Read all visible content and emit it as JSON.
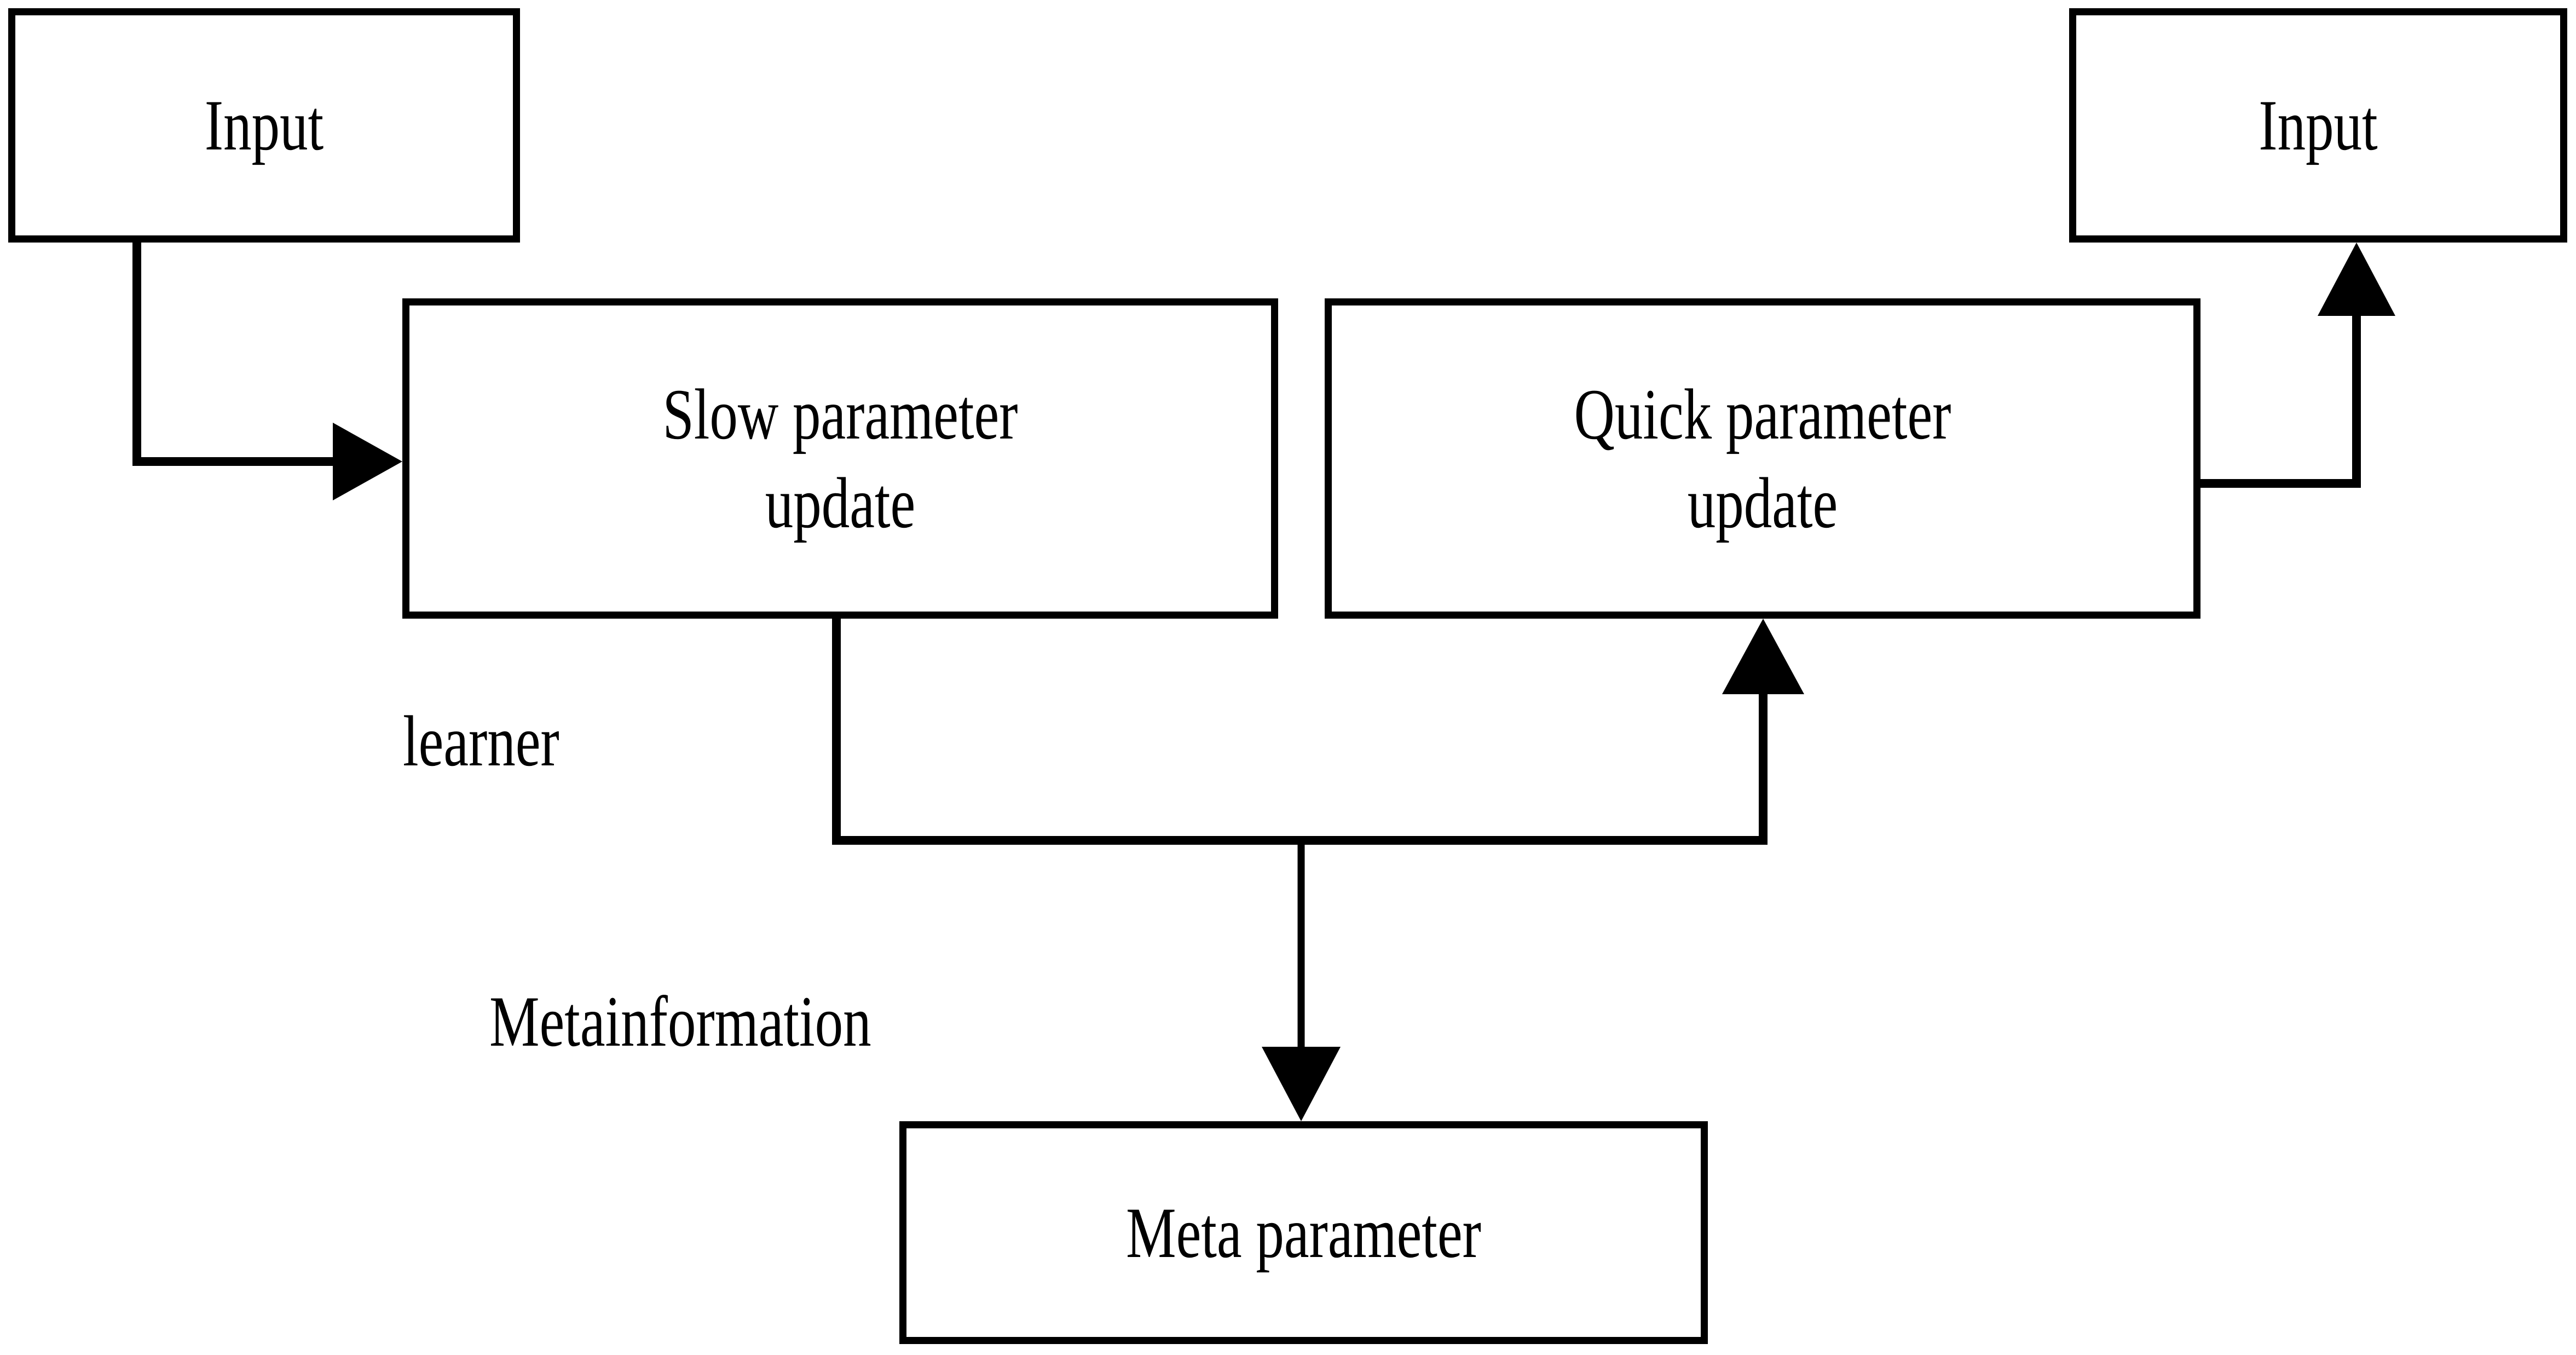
{
  "diagram": {
    "title": "Meta-learning slow and quick parameter update flow",
    "background_color": "#ffffff",
    "stroke_color": "#000000",
    "nodes": [
      {
        "id": "input_left",
        "label": "Input",
        "shape": "rectangle"
      },
      {
        "id": "slow",
        "label": "Slow parameter\nupdate",
        "shape": "rectangle"
      },
      {
        "id": "quick",
        "label": "Quick parameter\nupdate",
        "shape": "rectangle"
      },
      {
        "id": "input_right",
        "label": "Input",
        "shape": "rectangle"
      },
      {
        "id": "meta",
        "label": "Meta parameter",
        "shape": "rectangle"
      }
    ],
    "free_labels": [
      {
        "id": "learner",
        "text": "learner"
      },
      {
        "id": "metainformation",
        "text": "Metainformation"
      }
    ],
    "edges": [
      {
        "id": "e1",
        "from": "input_left",
        "to": "slow",
        "arrow": "right",
        "label": ""
      },
      {
        "id": "e2",
        "from": "quick",
        "to": "input_right",
        "arrow": "up",
        "label": ""
      },
      {
        "id": "e3",
        "from": "slow",
        "to": "quick",
        "arrow": "up",
        "label": "learner"
      },
      {
        "id": "e4",
        "from": "slow",
        "to": "meta",
        "arrow": "down",
        "label": "Metainformation"
      }
    ]
  }
}
